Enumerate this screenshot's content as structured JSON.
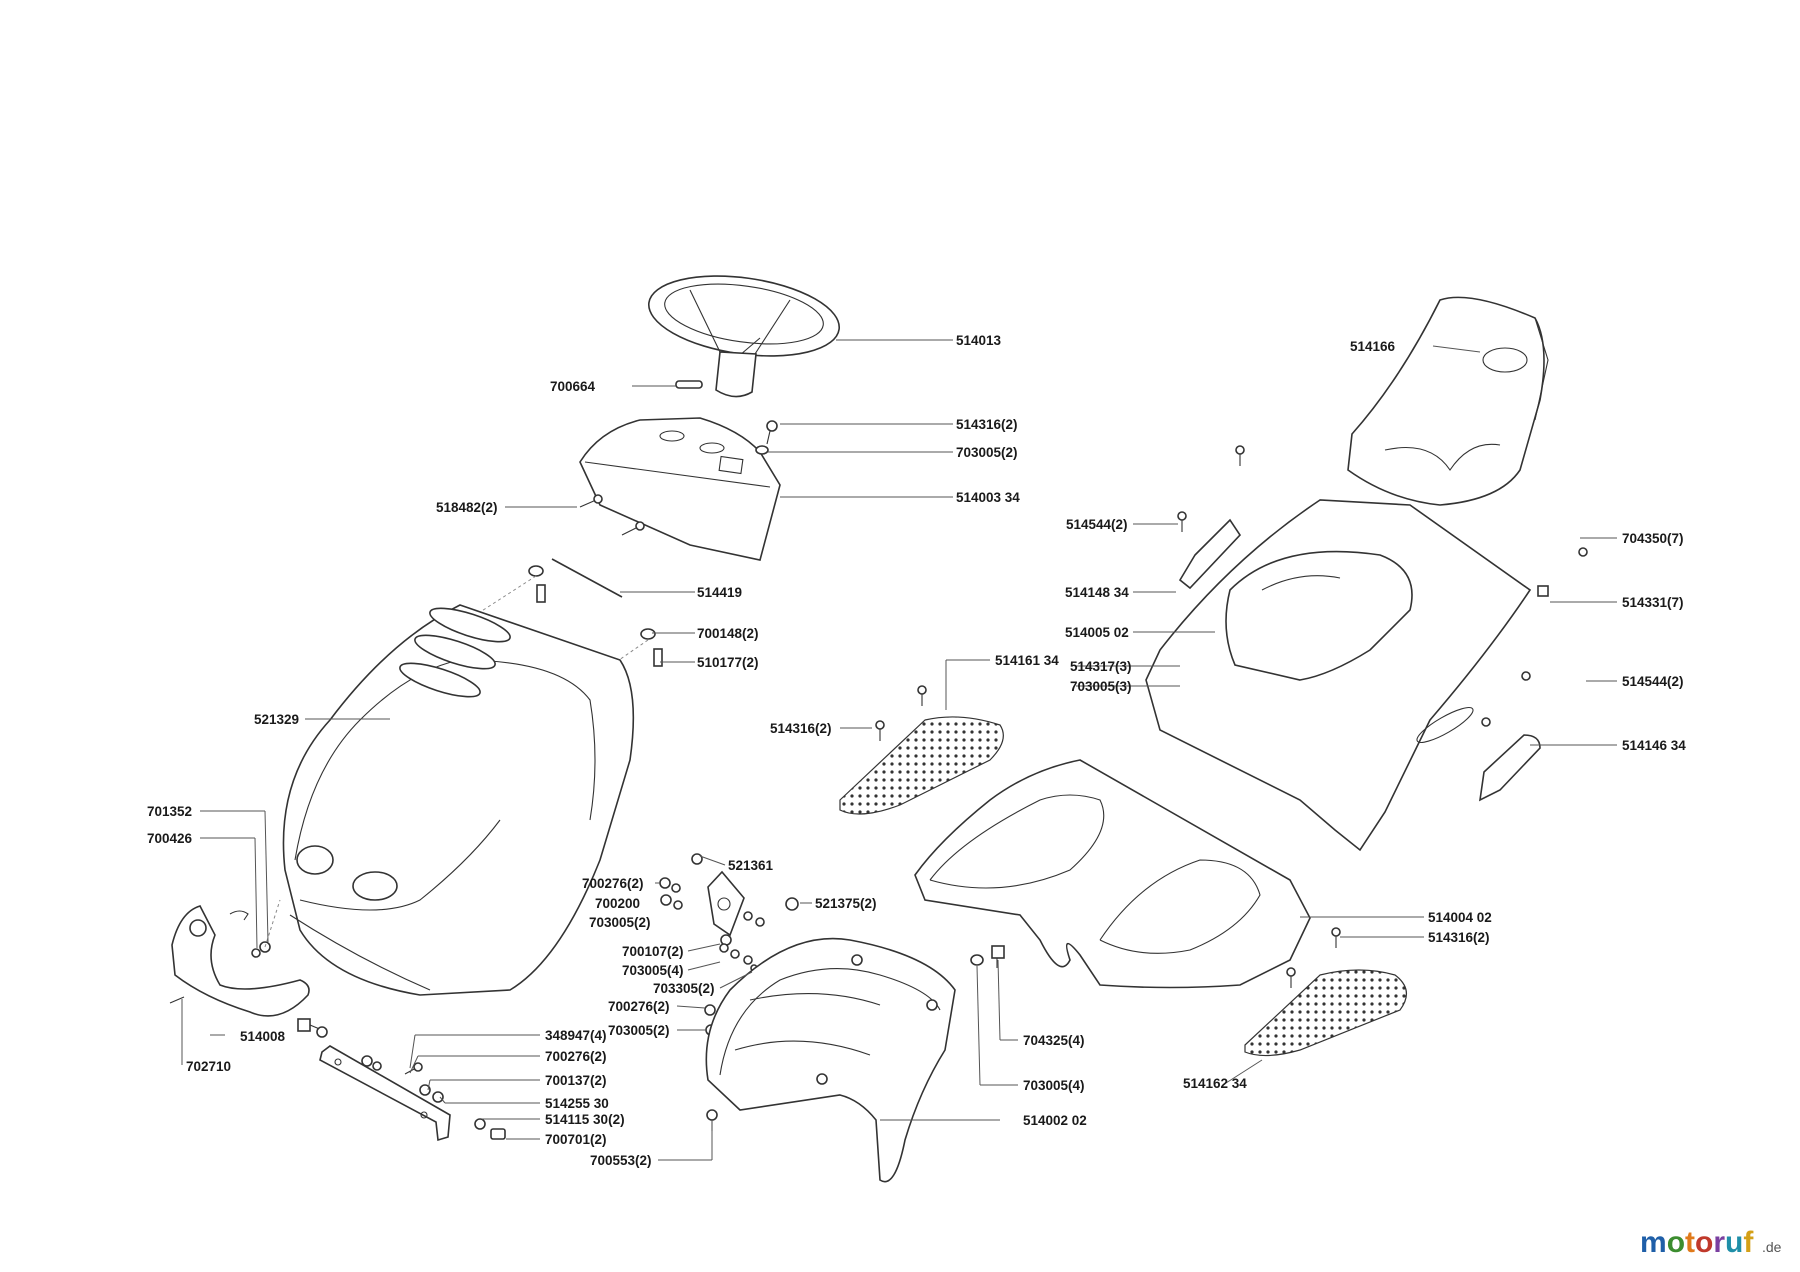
{
  "labels": {
    "l514013": "514013",
    "l700664": "700664",
    "l514316_2_top": "514316(2)",
    "l703005_2_top": "703005(2)",
    "l518482_2": "518482(2)",
    "l514003_34": "514003 34",
    "l514419": "514419",
    "l700148_2": "700148(2)",
    "l510177_2": "510177(2)",
    "l521329": "521329",
    "l701352": "701352",
    "l700426": "700426",
    "l514008": "514008",
    "l702710": "702710",
    "l700276_2_a": "700276(2)",
    "l700200": "700200",
    "l703005_2_a": "703005(2)",
    "l521361": "521361",
    "l521375_2": "521375(2)",
    "l700107_2": "700107(2)",
    "l703005_4_a": "703005(4)",
    "l703305_2": "703305(2)",
    "l700276_2_b": "700276(2)",
    "l703005_2_b": "703005(2)",
    "l348947_4": "348947(4)",
    "l700276_2_c": "700276(2)",
    "l700137_2": "700137(2)",
    "l514255_30": "514255 30",
    "l514115_30_2": "514115 30(2)",
    "l700701_2": "700701(2)",
    "l700553_2": "700553(2)",
    "l514002_02": "514002 02",
    "l704325_4": "704325(4)",
    "l703005_4_b": "703005(4)",
    "l514166": "514166",
    "l514544_2_a": "514544(2)",
    "l514148_34": "514148 34",
    "l514005_02": "514005 02",
    "l704350_7": "704350(7)",
    "l514331_7": "514331(7)",
    "l514161_34": "514161 34",
    "l514317_3": "514317(3)",
    "l703005_3": "703005(3)",
    "l514316_2_mid": "514316(2)",
    "l514544_2_b": "514544(2)",
    "l514146_34": "514146 34",
    "l514004_02": "514004 02",
    "l514316_2_low": "514316(2)",
    "l514162_34": "514162 34"
  },
  "watermark": {
    "brand": "motoruf",
    "tld": ".de",
    "colors": [
      "#1f5fa8",
      "#3c8d2f",
      "#e07a1a",
      "#c0392b",
      "#7a3fa0",
      "#1f8fa8",
      "#d4a017"
    ]
  }
}
